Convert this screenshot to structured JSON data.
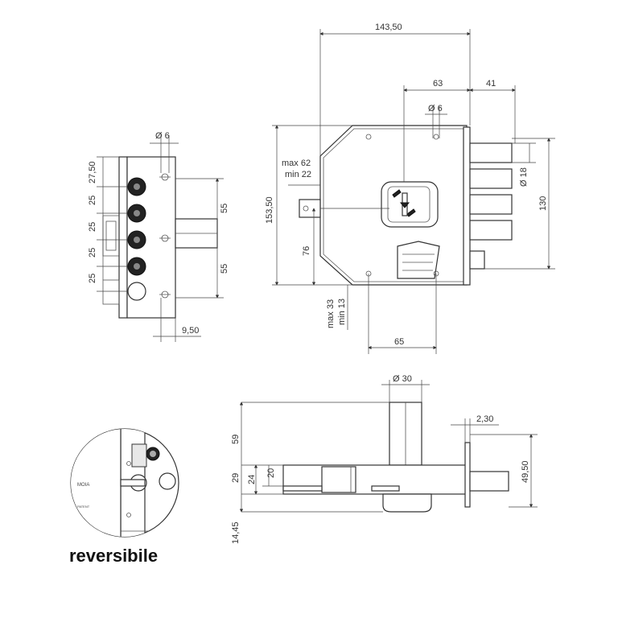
{
  "caption": "reversibile",
  "colors": {
    "line": "#333333",
    "bolt": "#222222",
    "background": "#ffffff"
  },
  "dims": {
    "side": {
      "dia6": "Ø 6",
      "d27_50": "27,50",
      "d25a": "25",
      "d25b": "25",
      "d25c": "25",
      "d25d": "25",
      "d55a": "55",
      "d55b": "55",
      "d9_50": "9,50"
    },
    "front": {
      "d143_50": "143,50",
      "d63": "63",
      "d41": "41",
      "dia6": "Ø 6",
      "max62": "max 62",
      "min22": "min 22",
      "d153_50": "153,50",
      "d76": "76",
      "max33": "max 33",
      "min13": "min 13",
      "d65": "65",
      "dia18": "Ø 18",
      "d130": "130"
    },
    "bottom": {
      "dia30": "Ø 30",
      "d2_30": "2,30",
      "d59": "59",
      "d29": "29",
      "d24": "24",
      "d20": "20",
      "d14_45": "14,45",
      "d49_50": "49,50"
    },
    "detail": {
      "brand": "MOIA",
      "note": "PATENT"
    }
  }
}
